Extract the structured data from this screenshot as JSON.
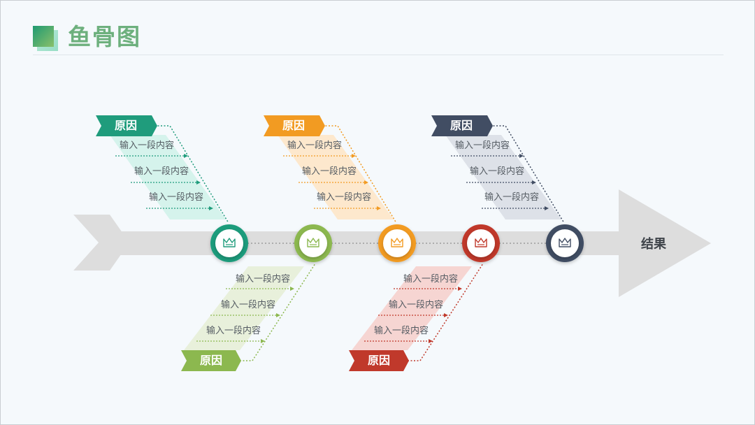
{
  "title": "鱼骨图",
  "result_label": "结果",
  "colors": {
    "teal": "#1f9c7c",
    "green": "#8cb84f",
    "orange": "#f29b22",
    "red": "#c0392b",
    "navy": "#414d63",
    "spine": "#d9d9d9"
  },
  "icon": "crown-icon",
  "causes": [
    {
      "label": "原因",
      "color": "teal",
      "items": [
        "输入一段内容",
        "输入一段内容",
        "输入一段内容"
      ]
    },
    {
      "label": "原因",
      "color": "orange",
      "items": [
        "输入一段内容",
        "输入一段内容",
        "输入一段内容"
      ]
    },
    {
      "label": "原因",
      "color": "navy",
      "items": [
        "输入一段内容",
        "输入一段内容",
        "输入一段内容"
      ]
    },
    {
      "label": "原因",
      "color": "green",
      "items": [
        "输入一段内容",
        "输入一段内容",
        "输入一段内容"
      ]
    },
    {
      "label": "原因",
      "color": "red",
      "items": [
        "输入一段内容",
        "输入一段内容",
        "输入一段内容"
      ]
    }
  ],
  "nodes": [
    {
      "color": "teal"
    },
    {
      "color": "green"
    },
    {
      "color": "orange"
    },
    {
      "color": "red"
    },
    {
      "color": "navy"
    }
  ]
}
